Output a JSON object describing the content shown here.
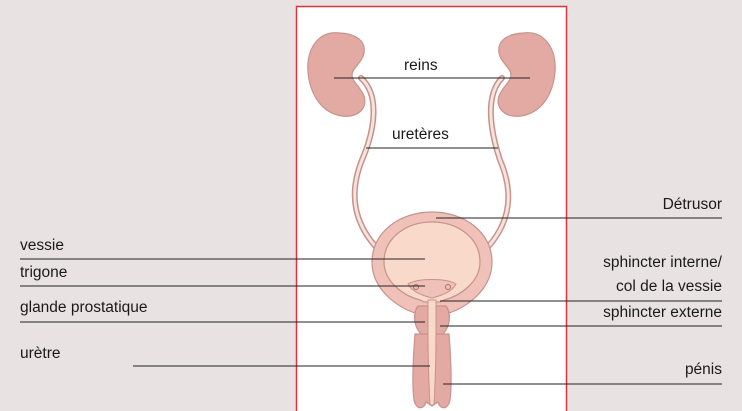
{
  "labels": {
    "reins": "reins",
    "ureteres": "uretères",
    "detrusor": "Détrusor",
    "vessie": "vessie",
    "trigone": "trigone",
    "glande": "glande prostatique",
    "sphincter_interne_1": "sphincter interne/",
    "sphincter_interne_2": "col de la vessie",
    "sphincter_externe": "sphincter externe",
    "uretre": "urètre",
    "penis": "pénis"
  },
  "colors": {
    "background": "#e8e2e2",
    "panel": "#ffffff",
    "panel_border": "#d9363e",
    "kidney": "#e3aaa3",
    "bladder_wall": "#f0c1b8",
    "bladder_inner": "#f8d9ca",
    "tissue_outline": "#c7928c",
    "leader_line": "#222222"
  }
}
